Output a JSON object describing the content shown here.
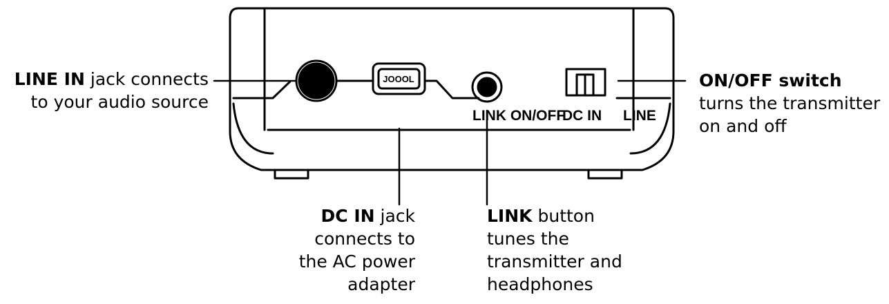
{
  "panel_labels": {
    "link": "LINK ON/OFF",
    "dc_in": "DC IN",
    "line": "LINE"
  },
  "usb_port_marking": "JOOOL",
  "callouts": {
    "line_in": {
      "bold": "LINE IN",
      "rest_line1": " jack connects",
      "line2": "to your audio source"
    },
    "on_off": {
      "bold": "ON/OFF switch",
      "line2": "turns the transmitter",
      "line3": "on and off"
    },
    "dc_in": {
      "bold": "DC IN",
      "rest_line1": " jack",
      "line2": "connects to",
      "line3": "the AC power",
      "line4": "adapter"
    },
    "link": {
      "bold": "LINK",
      "rest_line1": " button",
      "line2": "tunes the",
      "line3": "transmitter and",
      "line4": "headphones"
    }
  }
}
